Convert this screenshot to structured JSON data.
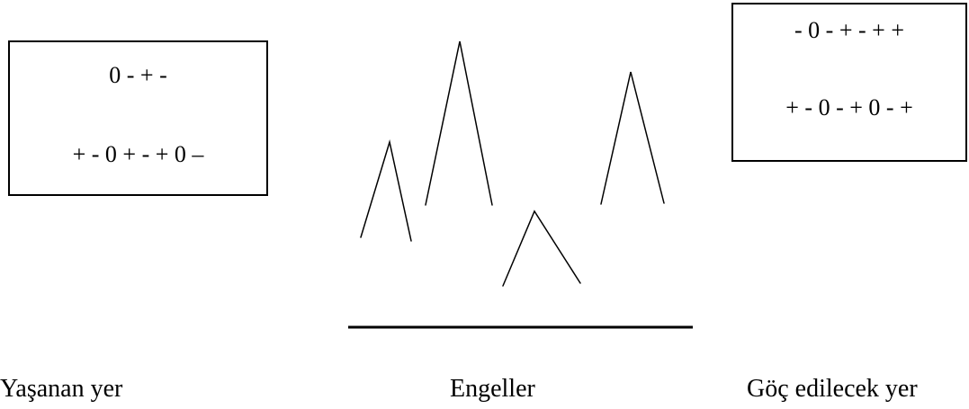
{
  "left_box": {
    "line1": "0 - + -",
    "line2": "+ - 0 + - + 0 –"
  },
  "right_box": {
    "line1": "- 0 - + - + +",
    "line2": "+ - 0 - + 0 - +"
  },
  "captions": {
    "left": "Yaşanan yer",
    "middle": "Engeller",
    "right": "Göç edilecek yer"
  }
}
